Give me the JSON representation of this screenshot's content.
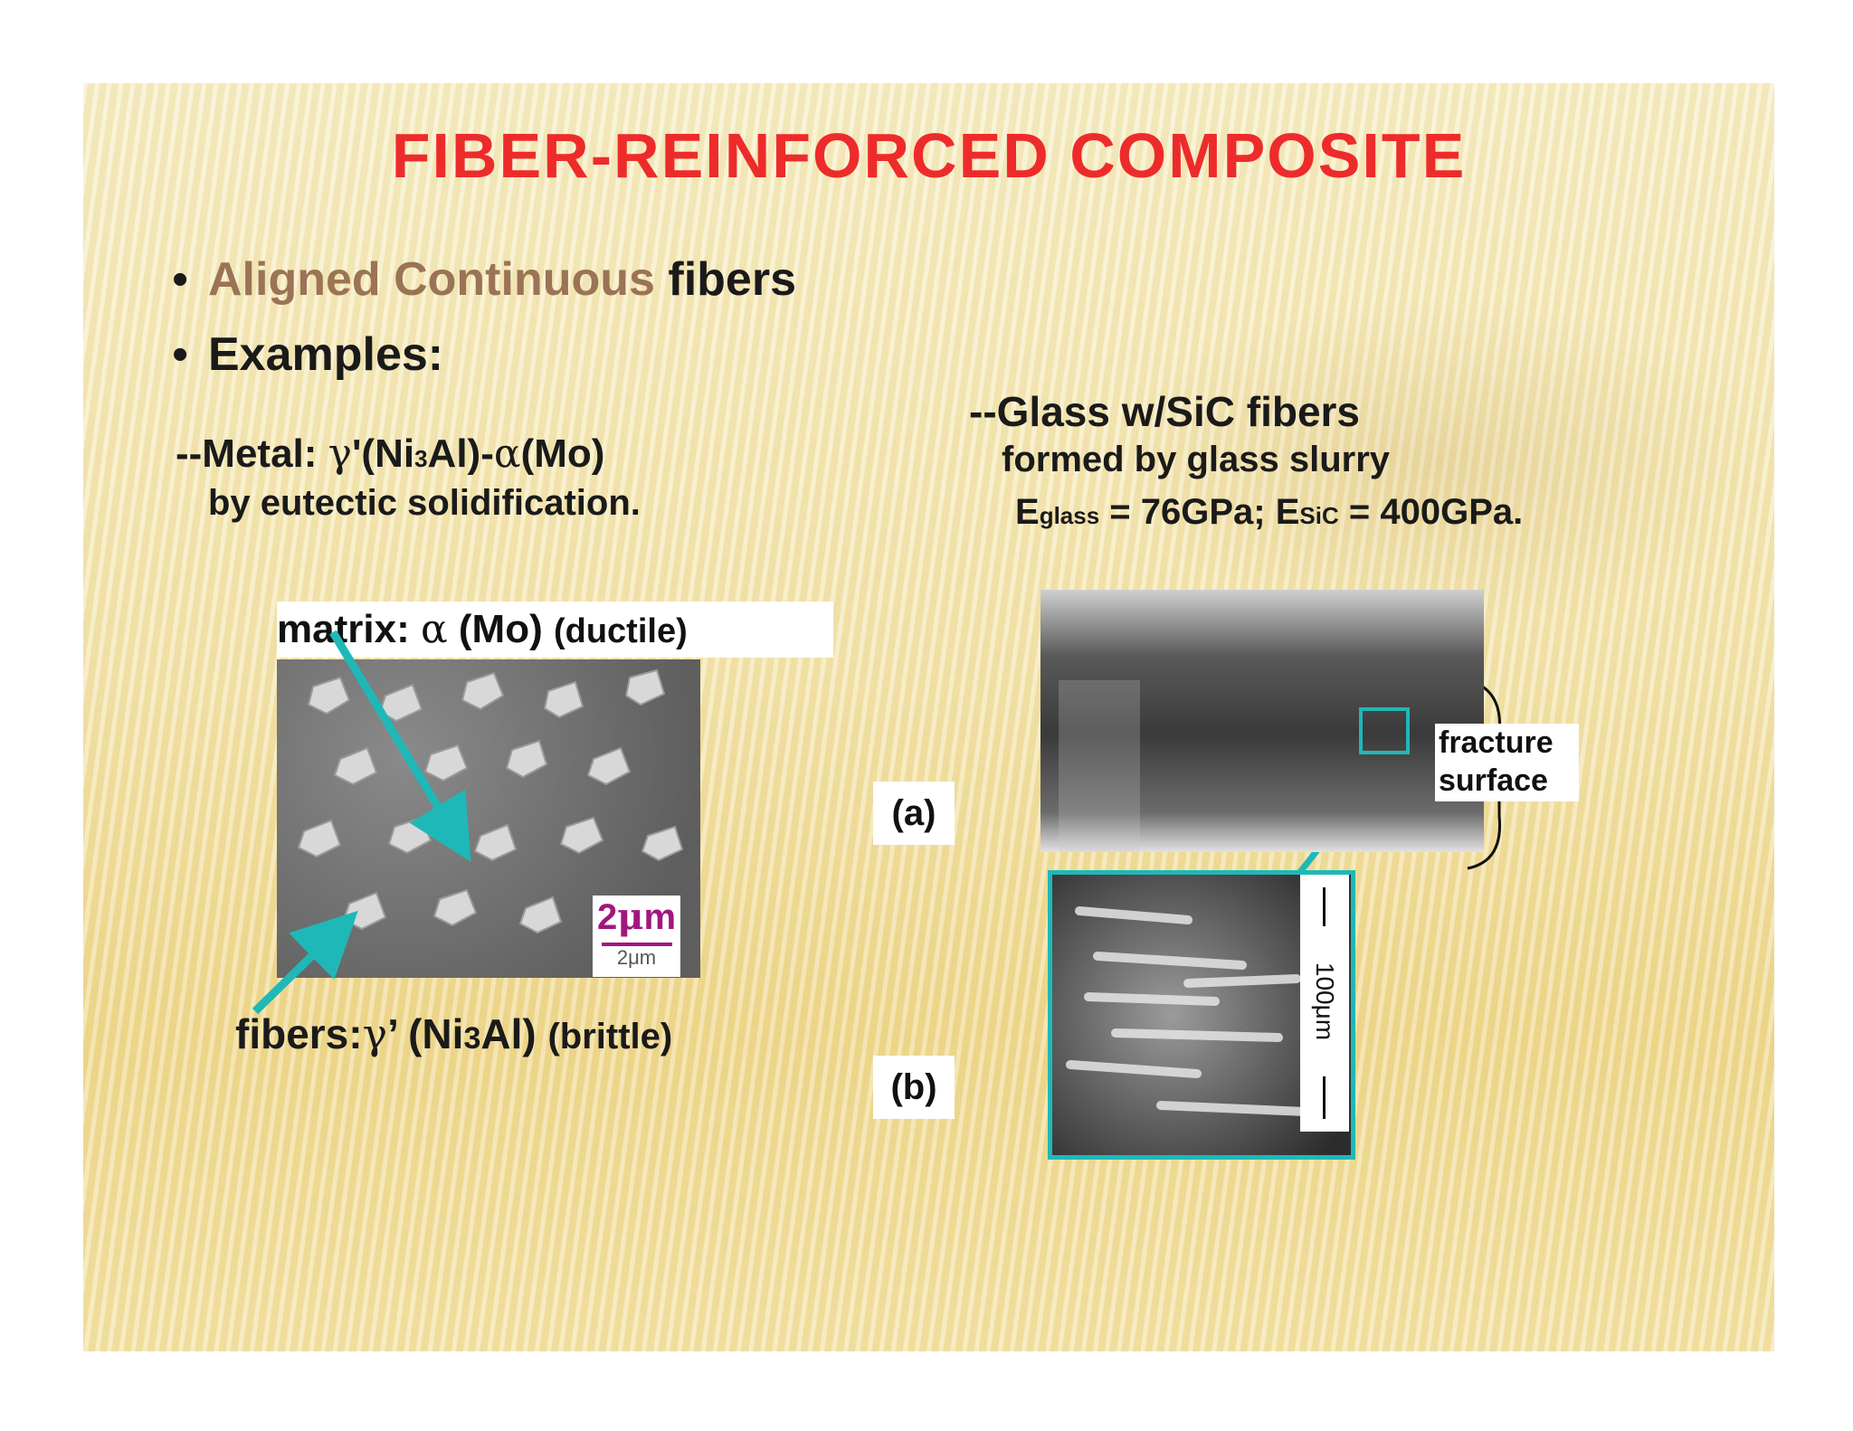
{
  "slide": {
    "title": "FIBER-REINFORCED COMPOSITE",
    "bullets": {
      "b1_highlight": "Aligned Continuous",
      "b1_rest": " fibers",
      "b2": "Examples:",
      "marker": "•"
    },
    "metal": {
      "prefix": "--Metal:  ",
      "gamma": "γ",
      "mid1": "'(Ni",
      "sub3": "3",
      "mid2": "Al)-",
      "alpha": "α",
      "end": "(Mo)",
      "line2": "by eutectic solidification."
    },
    "glass": {
      "line1": "--Glass w/SiC fibers",
      "line2": "formed by glass slurry",
      "e1": "E",
      "e1_sub": "glass",
      "e1_val": " = 76GPa; E",
      "e2_sub": "SiC",
      "e2_val": " = 400GPa."
    },
    "matrix_label": {
      "prefix": "matrix: ",
      "alpha": "α",
      "mid": " (Mo) ",
      "paren": "(ductile)"
    },
    "fibers_label": {
      "prefix": "fibers:",
      "gamma": "γ",
      "mid": "’ (Ni",
      "sub": "3",
      "end": "Al) ",
      "paren": "(brittle)"
    },
    "scalebar": {
      "num": "2",
      "mu": "μ",
      "unit": "m",
      "small": "2μm"
    },
    "panel_a": "(a)",
    "panel_b": "(b)",
    "fracture_label": {
      "line1": "fracture",
      "line2": "surface"
    },
    "scale_100": "100μm"
  },
  "colors": {
    "title": "#ee2b2b",
    "highlight": "#9b7355",
    "teal": "#1fb8b8",
    "scalebar": "#a0177f"
  }
}
